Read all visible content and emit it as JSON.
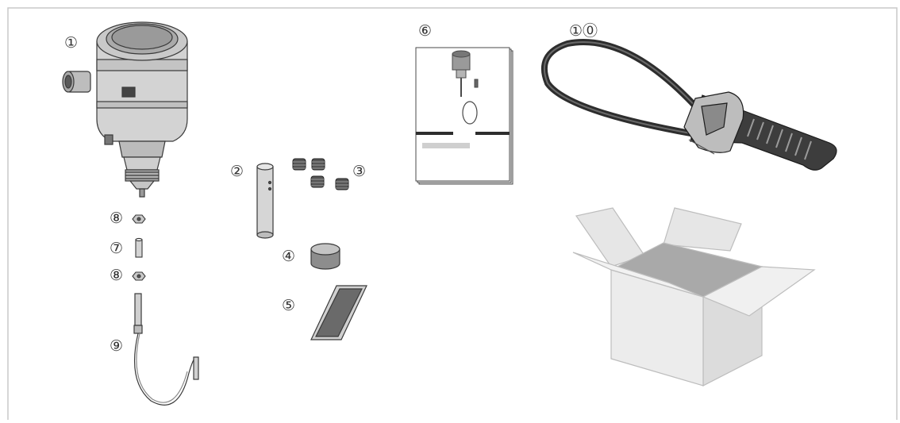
{
  "figure": {
    "callouts": {
      "c1": "①",
      "c2": "②",
      "c3": "③",
      "c4": "④",
      "c5": "⑤",
      "c6": "⑥",
      "c7": "⑦",
      "c8a": "⑧",
      "c8b": "⑧",
      "c9": "⑨",
      "c10": "①⓪"
    },
    "colors": {
      "frame": "#c8c8c8",
      "stroke": "#3a3a3a",
      "housing": "#cfcfcf",
      "dark": "#2d2d2d",
      "box": "#e4e4e4",
      "box_inside": "#a9a9a9"
    }
  },
  "icons": [
    "level-switch-device",
    "test-rod",
    "threaded-adapters",
    "cap",
    "sealing-strip",
    "manual-booklet",
    "spacer",
    "lock-nut",
    "probe-cable",
    "strap-wrench",
    "shipping-box"
  ]
}
